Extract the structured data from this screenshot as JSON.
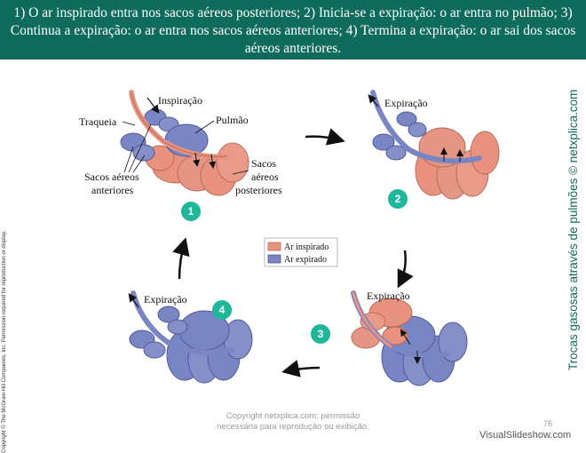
{
  "banner": {
    "text": "1) O ar inspirado entra nos sacos aéreos posteriores; 2) Inicia-se a expiração: o ar entra no pulmão; 3) Continua a expiração: o ar entra nos sacos aéreos anteriores; 4) Termina a expiração: o ar sai dos sacos aéreos anteriores."
  },
  "side": {
    "copyright": "Copyright © The McGraw-Hill Companies, Inc. Permission required for reproduction or display.",
    "title": "Trocas gasosas através de pulmões © netxplica.com"
  },
  "diagram": {
    "labels": {
      "inspiracao": "Inspiração",
      "traqueia": "Traqueia",
      "pulmao": "Pulmão",
      "sacos_posteriores_1": "Sacos",
      "sacos_posteriores_2": "aéreos",
      "sacos_posteriores_3": "posteriores",
      "sacos_anteriores_1": "Sacos aéreos",
      "sacos_anteriores_2": "anteriores",
      "expiracao_2": "Expiração",
      "expiracao_3": "Expiração",
      "expiracao_4": "Expiração"
    },
    "steps": [
      "1",
      "2",
      "3",
      "4"
    ],
    "legend": {
      "inspired": "Ar inspirado",
      "expired": "Ar expirado"
    },
    "colors": {
      "inspired": "#e8927f",
      "expired": "#7a86c4",
      "badge": "#1fb79a"
    }
  },
  "footer": {
    "line1": "Copyright netxplica.com: permissão",
    "line2": "necessária para reprodução ou exibição.",
    "page_number": "76"
  },
  "watermark": "VisualSlideshow.com"
}
